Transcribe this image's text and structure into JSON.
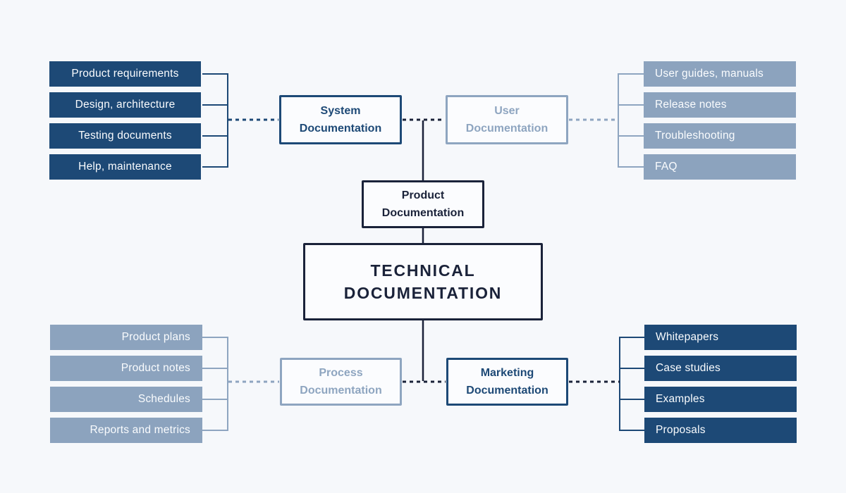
{
  "diagram_title": "TECHNICAL DOCUMENTATION",
  "colors": {
    "page_bg": "#f6f8fb",
    "dark_blue": "#1d4976",
    "slate": "#8ea5c0",
    "slate_fill": "#8ca3be",
    "ink": "#1a2239",
    "box_bg": "#fbfcfe",
    "item_text": "#fafcfe"
  },
  "nodes": {
    "technical": {
      "line1": "TECHNICAL",
      "line2": "DOCUMENTATION"
    },
    "product": {
      "line1": "Product",
      "line2": "Documentation"
    },
    "system": {
      "line1": "System",
      "line2": "Documentation"
    },
    "user": {
      "line1": "User",
      "line2": "Documentation"
    },
    "process": {
      "line1": "Process",
      "line2": "Documentation"
    },
    "marketing": {
      "line1": "Marketing",
      "line2": "Documentation"
    }
  },
  "lists": {
    "system_items": [
      "Product requirements",
      "Design, architecture",
      "Testing documents",
      "Help, maintenance"
    ],
    "user_items": [
      "User guides, manuals",
      "Release notes",
      "Troubleshooting",
      "FAQ"
    ],
    "process_items": [
      "Product plans",
      "Product notes",
      "Schedules",
      "Reports and metrics"
    ],
    "marketing_items": [
      "Whitepapers",
      "Case studies",
      "Examples",
      "Proposals"
    ]
  }
}
